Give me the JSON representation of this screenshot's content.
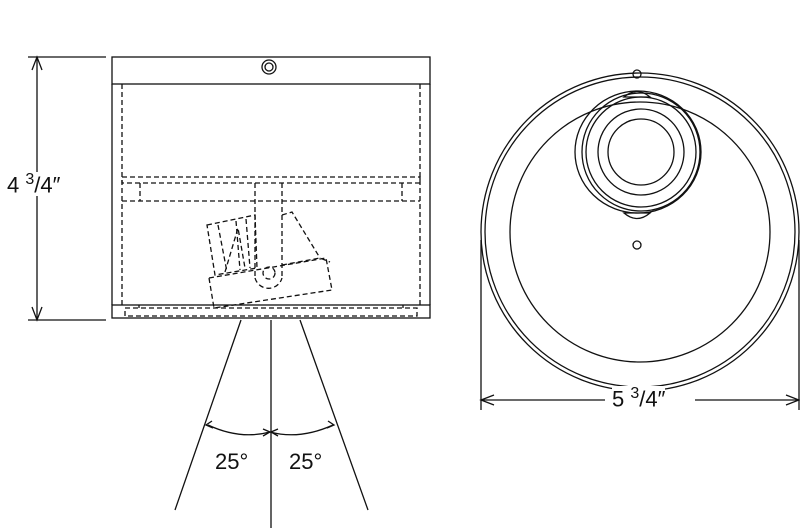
{
  "dimensions": {
    "height": {
      "whole": "4",
      "fraction_num": "3",
      "fraction_den": "4",
      "unit": "″"
    },
    "width": {
      "whole": "5",
      "fraction_num": "3",
      "fraction_den": "4",
      "unit": "″"
    }
  },
  "angles": {
    "left": "25°",
    "right": "25°"
  },
  "colors": {
    "line": "#111111",
    "background": "#ffffff"
  }
}
